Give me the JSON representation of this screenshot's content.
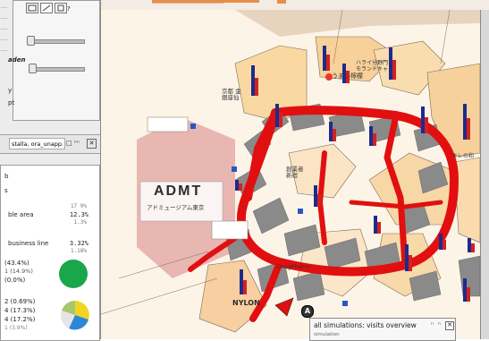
{
  "app": {
    "tool_row": {
      "prefix": "?"
    }
  },
  "left_panel": {
    "labels": {
      "slider_label": "aden",
      "mid_letter": "y",
      "pt": "pt"
    },
    "search": {
      "value": "stalla, ora_unapp..."
    },
    "stats": {
      "letters": [
        "b",
        "s"
      ],
      "lines": [
        {
          "label": "ble area",
          "value": "12.3%",
          "small_top": "17 9%",
          "small_bottom": "1.3%"
        },
        {
          "label": "business line",
          "value": "3.32%",
          "small_bottom": "1.18%"
        }
      ],
      "pie_legend_1": [
        "(43.4%)",
        "1 (14.9%)",
        "(0.0%)"
      ],
      "pie_legend_2": [
        "2 (0.69%)",
        "4 (17.3%)",
        "4 (17.2%)",
        "1 (3.9%)"
      ]
    }
  },
  "map": {
    "labels": {
      "admt_title": "ADMT",
      "admt_subtitle": "アドミュージアム東京",
      "nylon": "NYLON",
      "jewelry": "うまい檸檬",
      "harai": "ハライ分野門\nモランドキャ",
      "shop_tr": "キレの和",
      "shop_center": "創業者\n新宿",
      "shop_left": "京都 金\n銀座仙",
      "shop_label_bottom": "DrugPharm",
      "marker_a": "A"
    }
  },
  "sim_window": {
    "title": "all simulations: visits overview",
    "subtitle": "simulation"
  },
  "colors": {
    "route": "#e10f10",
    "shelf": "#888888",
    "bar_blue": "#1d2b8c",
    "bar_red": "#d42120",
    "map_bg": "#fbefe0",
    "pie_green": "#1aa64a"
  },
  "icons": {
    "pie_chart": "pie-chart-icon",
    "close": "close-icon",
    "maximize": "maximize-icon",
    "restore": "restore-icon"
  }
}
